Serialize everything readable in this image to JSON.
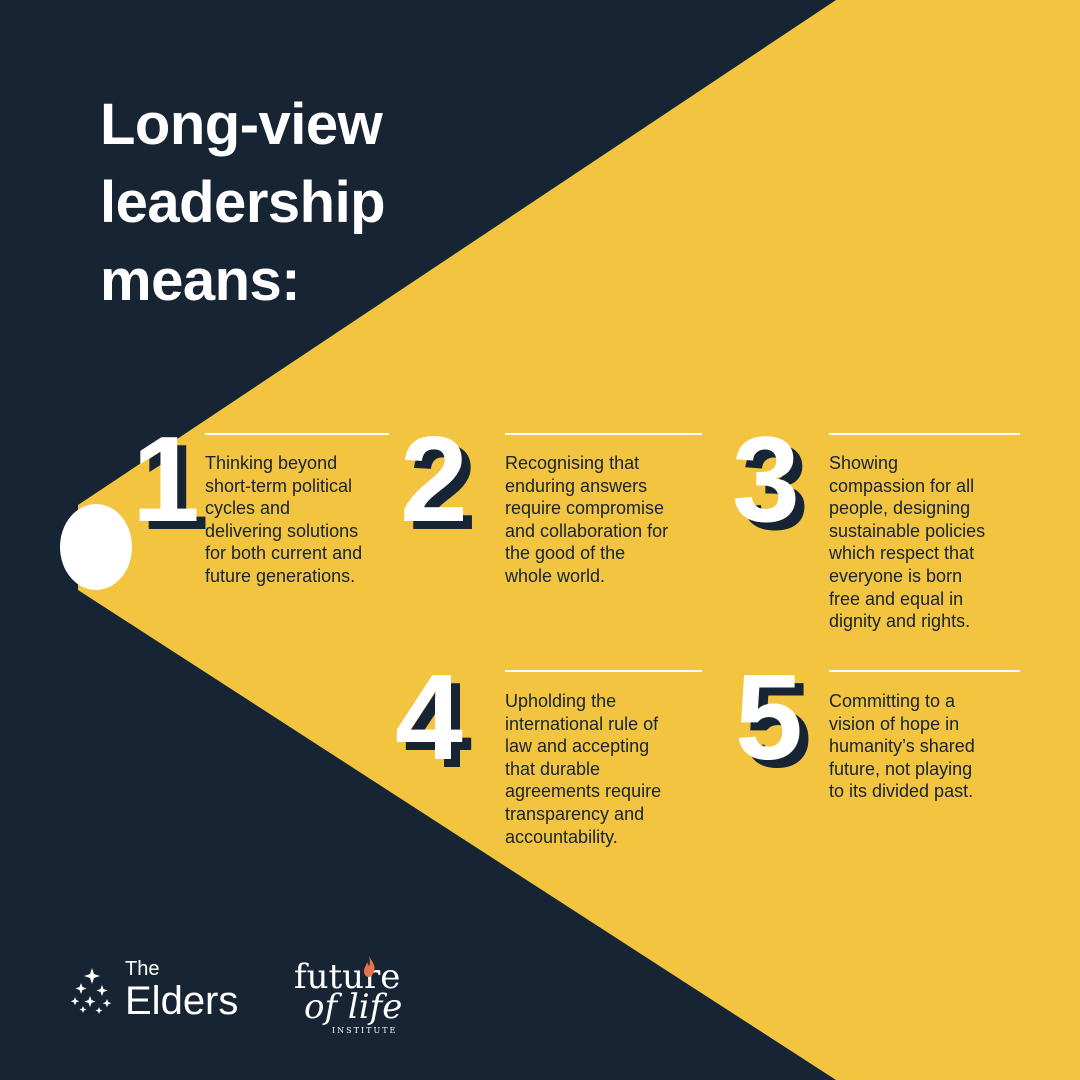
{
  "colors": {
    "navy": "#172433",
    "yellow": "#F2C440",
    "white": "#FFFFFF",
    "flame": "#E8734A"
  },
  "title": {
    "lines": [
      "Long-view",
      "leadership",
      "means:"
    ]
  },
  "items": [
    {
      "number": "1",
      "lines": [
        "Thinking beyond",
        "short-term political",
        "cycles and",
        "delivering solutions",
        "for both current and",
        "future generations."
      ]
    },
    {
      "number": "2",
      "lines": [
        "Recognising that",
        "enduring answers",
        "require compromise",
        "and collaboration for",
        "the good of the",
        "whole world."
      ]
    },
    {
      "number": "3",
      "lines": [
        "Showing",
        "compassion for all",
        "people, designing",
        "sustainable policies",
        "which respect that",
        "everyone is born",
        "free and equal in",
        "dignity and rights."
      ]
    },
    {
      "number": "4",
      "lines": [
        "Upholding the",
        "international rule of",
        "law and accepting",
        "that durable",
        "agreements require",
        "transparency and",
        "accountability."
      ]
    },
    {
      "number": "5",
      "lines": [
        "Committing to a",
        "vision of hope in",
        "humanity’s shared",
        "future, not playing",
        "to its divided past."
      ]
    }
  ],
  "logos": {
    "elders": {
      "the": "The",
      "name": "Elders",
      "icon": "stars-icon"
    },
    "fli": {
      "line1": "future",
      "line2": "of life",
      "institute": "INSTITUTE",
      "icon": "flame-icon"
    }
  }
}
